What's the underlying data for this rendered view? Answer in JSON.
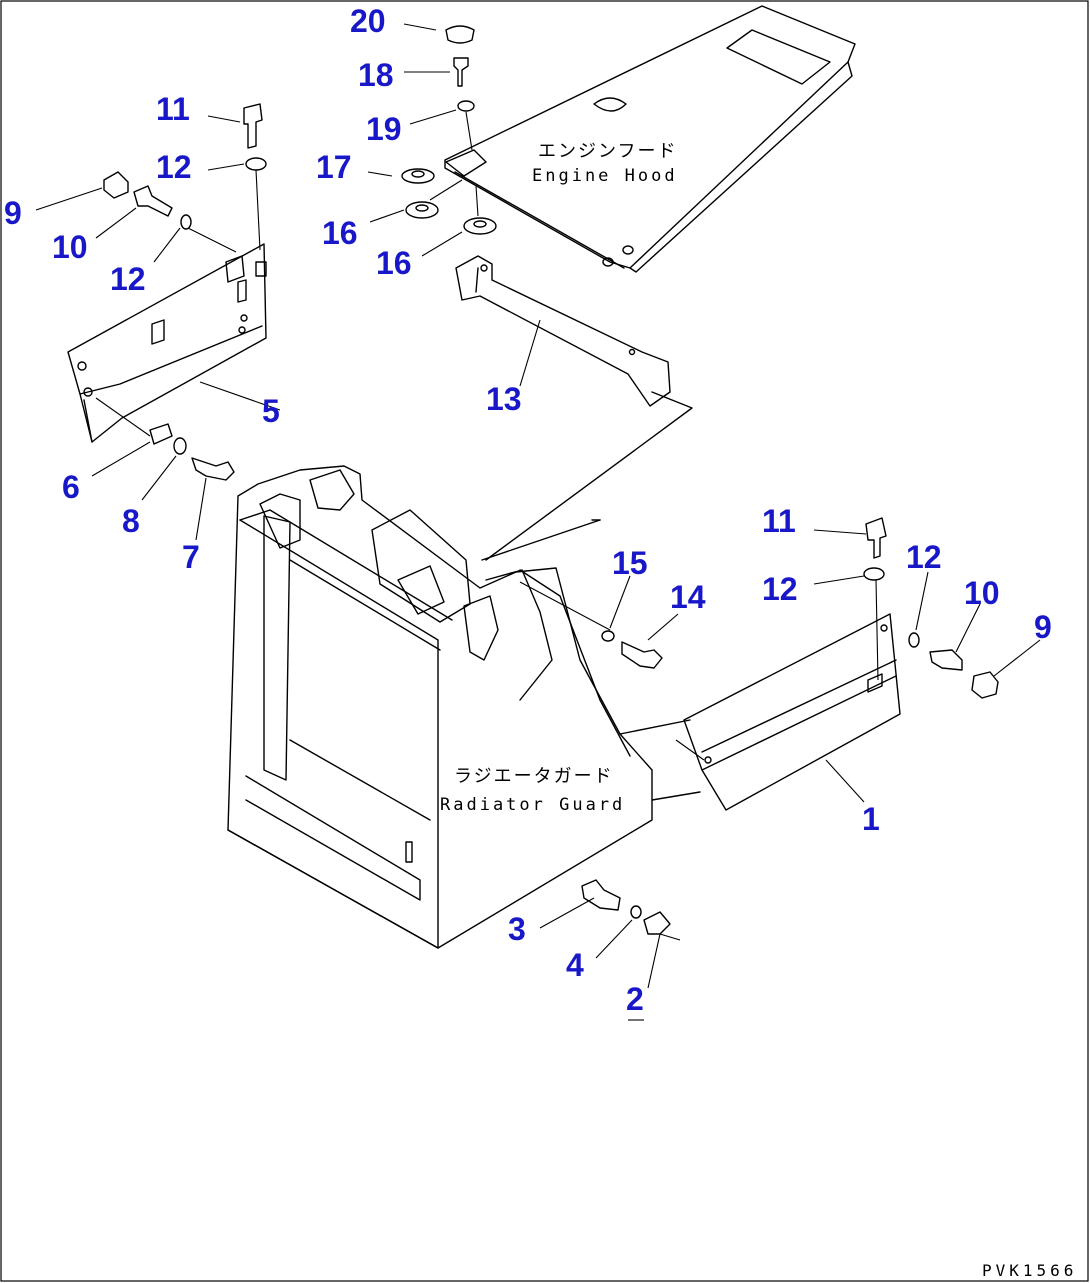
{
  "diagram": {
    "components": [
      {
        "id": "engine_hood",
        "label_jp": "エンジンフード",
        "label_en": "Engine Hood"
      },
      {
        "id": "radiator_guard",
        "label_jp": "ラジエータガード",
        "label_en": "Radiator Guard"
      }
    ],
    "callouts": [
      {
        "id": "c1",
        "number": "1"
      },
      {
        "id": "c2",
        "number": "2"
      },
      {
        "id": "c3",
        "number": "3"
      },
      {
        "id": "c4",
        "number": "4"
      },
      {
        "id": "c5",
        "number": "5"
      },
      {
        "id": "c6",
        "number": "6"
      },
      {
        "id": "c7",
        "number": "7"
      },
      {
        "id": "c8",
        "number": "8"
      },
      {
        "id": "c9a",
        "number": "9"
      },
      {
        "id": "c9b",
        "number": "9"
      },
      {
        "id": "c10a",
        "number": "10"
      },
      {
        "id": "c10b",
        "number": "10"
      },
      {
        "id": "c11a",
        "number": "11"
      },
      {
        "id": "c11b",
        "number": "11"
      },
      {
        "id": "c12a",
        "number": "12"
      },
      {
        "id": "c12b",
        "number": "12"
      },
      {
        "id": "c12c",
        "number": "12"
      },
      {
        "id": "c12d",
        "number": "12"
      },
      {
        "id": "c13",
        "number": "13"
      },
      {
        "id": "c14",
        "number": "14"
      },
      {
        "id": "c15",
        "number": "15"
      },
      {
        "id": "c16a",
        "number": "16"
      },
      {
        "id": "c16b",
        "number": "16"
      },
      {
        "id": "c17",
        "number": "17"
      },
      {
        "id": "c18",
        "number": "18"
      },
      {
        "id": "c19",
        "number": "19"
      },
      {
        "id": "c20",
        "number": "20"
      }
    ],
    "drawing_code": "PVK1566",
    "colors": {
      "callout": "#1818c8",
      "line": "#000000",
      "background": "#ffffff"
    }
  }
}
